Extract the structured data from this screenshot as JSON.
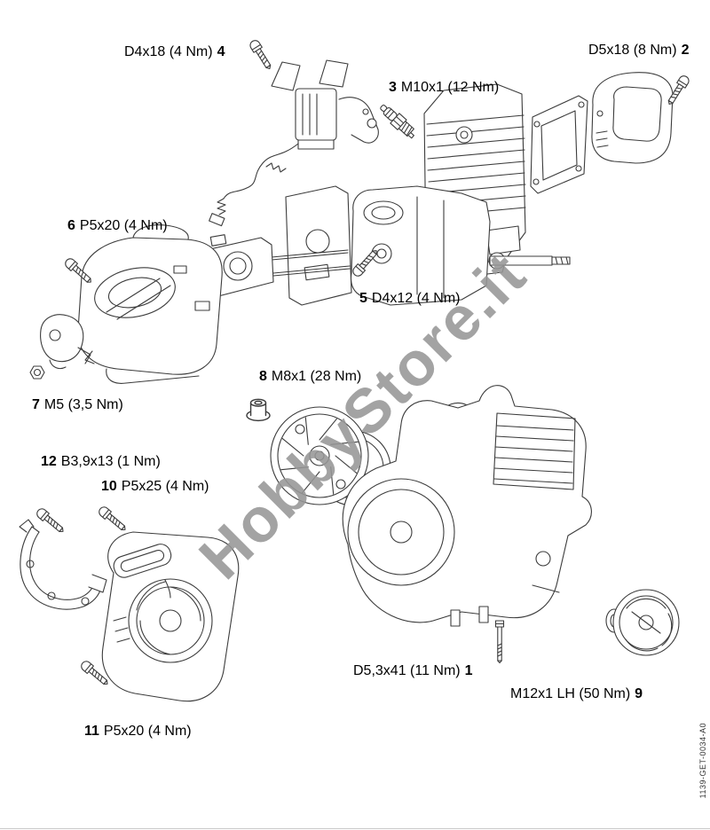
{
  "diagram": {
    "watermark": "HobbyStore.it",
    "doc_code": "1139-GET-0034-A0",
    "labels": [
      {
        "num": "4",
        "text": "D4x18 (4 Nm)"
      },
      {
        "num": "2",
        "text": "D5x18 (8 Nm)"
      },
      {
        "num": "3",
        "text": "M10x1 (12 Nm)"
      },
      {
        "num": "6",
        "text": "P5x20 (4 Nm)"
      },
      {
        "num": "5",
        "text": "D4x12 (4 Nm)"
      },
      {
        "num": "7",
        "text": "M5 (3,5 Nm)"
      },
      {
        "num": "8",
        "text": "M8x1 (28 Nm)"
      },
      {
        "num": "12",
        "text": "B3,9x13 (1 Nm)"
      },
      {
        "num": "10",
        "text": "P5x25 (4 Nm)"
      },
      {
        "num": "11",
        "text": "P5x20 (4 Nm)"
      },
      {
        "num": "1",
        "text": "D5,3x41 (11 Nm)"
      },
      {
        "num": "9",
        "text": "M12x1 LH (50 Nm)"
      }
    ],
    "icons": {
      "screw-icon": "pan-head screw with threaded shaft",
      "bolt-icon": "long cylinder-head bolt",
      "nut-icon": "hex nut",
      "flange-nut-icon": "collar nut",
      "spark-plug-icon": "spark plug"
    },
    "colors": {
      "line": "#3c3c3c",
      "watermark_gray": "#969696",
      "background": "#ffffff"
    }
  }
}
